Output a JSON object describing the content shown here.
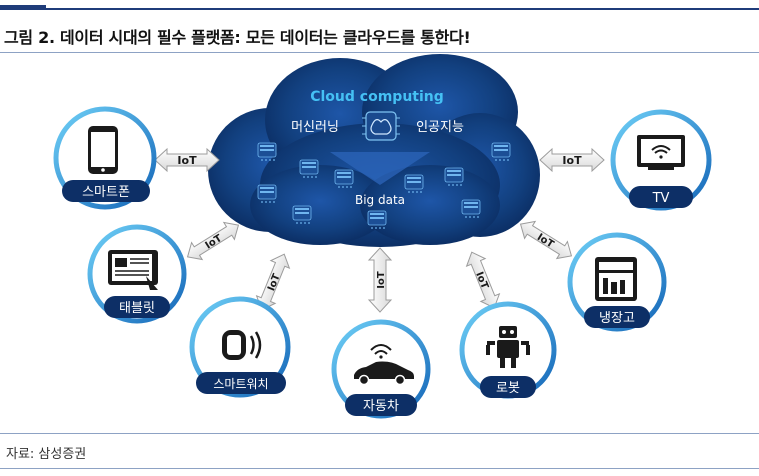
{
  "figure": {
    "title": "그림 2. 데이터 시대의 필수 플랫폼: 모든 데이터는 클라우드를 통한다!",
    "source": "자료: 삼성증권"
  },
  "cloud": {
    "title": "Cloud computing",
    "left_label": "머신러닝",
    "right_label": "인공지능",
    "center_label": "Big data"
  },
  "connector_label": "IoT",
  "devices": [
    {
      "label": "스마트폰",
      "icon": "smartphone-icon"
    },
    {
      "label": "태블릿",
      "icon": "tablet-icon"
    },
    {
      "label": "스마트워치",
      "icon": "smartwatch-icon"
    },
    {
      "label": "자동차",
      "icon": "car-icon"
    },
    {
      "label": "로봇",
      "icon": "robot-icon"
    },
    {
      "label": "냉장고",
      "icon": "refrigerator-icon"
    },
    {
      "label": "TV",
      "icon": "tv-icon"
    }
  ],
  "colors": {
    "navy": "#0d2f66",
    "cloud_dark": "#0a2a5e",
    "cloud_mid": "#174a94",
    "accent_cyan": "#39b6ef",
    "ring_blue": "#1b6fc0",
    "label_pill": "#0d2f66"
  }
}
